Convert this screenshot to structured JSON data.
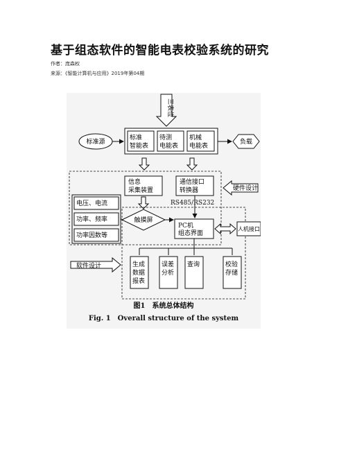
{
  "article": {
    "title": "基于组态软件的智能电表校验系统的研究",
    "author": "作者：庞森权",
    "source": "来源：《智能计算机与应用》2019年第04期"
  },
  "figure": {
    "caption_cn": "图1　系统总体结构",
    "caption_en": "Fig. 1　Overall structure of the system",
    "labels": {
      "sanbiaowei": "三表位",
      "biaozhunyuan": "标准源",
      "fuzai": "负载",
      "std_meter": [
        "标准",
        "智能表"
      ],
      "test_meter": [
        "待测",
        "电能表"
      ],
      "mech_meter": [
        "机械",
        "电能表"
      ],
      "info_collect": [
        "信息",
        "采集装置"
      ],
      "comm_conv": [
        "通信接口",
        "转换器"
      ],
      "rs_label": "RS485/RS232",
      "hw_design": "硬件设计",
      "voltage_current": "电压、电流",
      "power_freq": "功率、频率",
      "power_factor": "功率因数等",
      "touchscreen": "触摸屏",
      "pc": [
        "PC机",
        "组态界面"
      ],
      "hmi": "人机接口",
      "sw_design": "软件设计",
      "report": [
        "生成",
        "数据",
        "报表"
      ],
      "error_analysis": [
        "误差",
        "分析"
      ],
      "query": "查询",
      "verify_store": [
        "校验",
        "存储"
      ]
    }
  }
}
